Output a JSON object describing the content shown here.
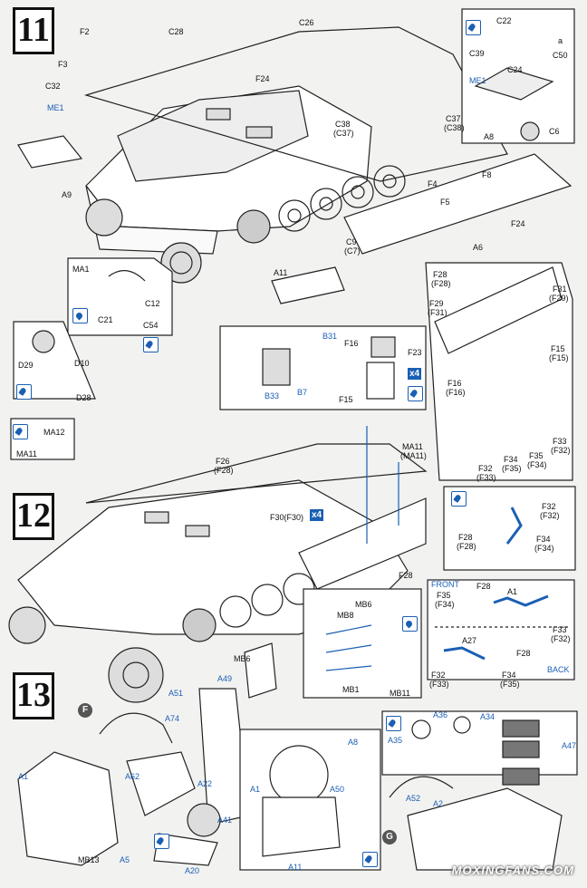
{
  "steps": {
    "s11": "11",
    "s12": "12",
    "s13": "13"
  },
  "labels": {
    "F2": "F2",
    "F3": "F3",
    "C28": "C28",
    "C26": "C26",
    "C32": "C32",
    "ME1a": "ME1",
    "F24a": "F24",
    "C22": "C22",
    "a": "a",
    "C39": "C39",
    "ME1b": "ME1",
    "C24": "C24",
    "C50": "C50",
    "A8a": "A8",
    "C6": "C6",
    "C38": "C38",
    "C37p": "(C37)",
    "C37": "C37",
    "C38p": "(C38)",
    "A9": "A9",
    "F8": "F8",
    "F4": "F4",
    "F5": "F5",
    "F24b": "F24",
    "A6": "A6",
    "C9": "C9",
    "C7p": "(C7)",
    "A11a": "A11",
    "MA1": "MA1",
    "C12": "C12",
    "C21": "C21",
    "C54": "C54",
    "D29": "D29",
    "D10": "D10",
    "D28": "D28",
    "B31": "B31",
    "F16a": "F16",
    "F23": "F23",
    "B33": "B33",
    "B7": "B7",
    "F15a": "F15",
    "x4a": "x4",
    "F28a": "F28",
    "F28ap": "(F28)",
    "F31": "F31",
    "F29p": "(F29)",
    "F29": "F29",
    "F31p": "(F31)",
    "F15b": "F15",
    "F15bp": "(F15)",
    "F16b": "F16",
    "F16bp": "(F16)",
    "F33a": "F33",
    "F32ap": "(F32)",
    "F32a": "F32",
    "F33ap": "(F33)",
    "F34a": "F34",
    "F35ap": "(F35)",
    "F35a": "F35",
    "F34ap": "(F34)",
    "F32b": "F32",
    "F32bp": "(F32)",
    "F28b": "F28",
    "F28bp": "(F28)",
    "F34b": "F34",
    "F34bp": "(F34)",
    "MA12": "MA12",
    "MA11a": "MA11",
    "F26": "F26",
    "F28c": "(F28)",
    "MA11b": "MA11",
    "MA11p": "(MA11)",
    "F30": "F30(F30)",
    "x4b": "x4",
    "F28d": "F28",
    "FRONT": "FRONT",
    "F35c": "F35",
    "F34cp": "(F34)",
    "F28e": "F28",
    "A1a": "A1",
    "F33c": "F33",
    "F32cp": "(F32)",
    "A27": "A27",
    "F28f": "F28",
    "F32c": "F32",
    "F33cp": "(F33)",
    "F34c": "F34",
    "F35cp": "(F35)",
    "BACK": "BACK",
    "MB6a": "MB6",
    "MB8": "MB8",
    "MB1": "MB1",
    "MB11": "MB11",
    "MB6b": "MB6",
    "A51": "A51",
    "A49": "A49",
    "A74": "A74",
    "A1b": "A1",
    "A62": "A62",
    "A22": "A22",
    "A41": "A41",
    "MB13": "MB13",
    "A5": "A5",
    "A20": "A20",
    "A8b": "A8",
    "A1c": "A1",
    "A50": "A50",
    "A11b": "A11",
    "A36": "A36",
    "A34": "A34",
    "A35": "A35",
    "A47": "A47",
    "A52": "A52",
    "A2": "A2"
  },
  "badges": {
    "F": "F",
    "G": "G"
  },
  "watermark": "MOXINGFANS.COM",
  "colors": {
    "ink": "#111111",
    "blue": "#1a5fb4",
    "paper": "#f2f2f0"
  }
}
